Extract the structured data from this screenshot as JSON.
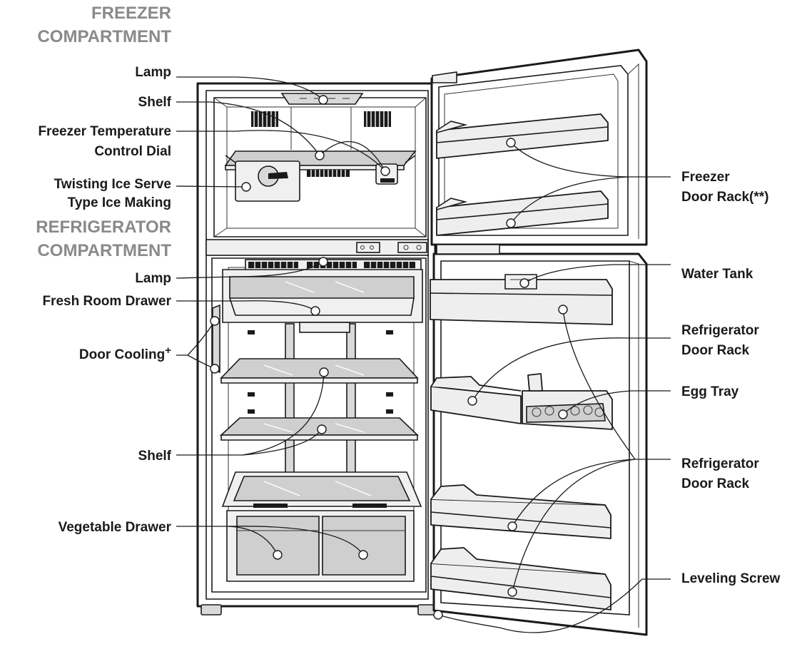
{
  "sections": {
    "freezer": [
      "FREEZER",
      "COMPARTMENT"
    ],
    "refrigerator": [
      "REFRIGERATOR",
      "COMPARTMENT"
    ]
  },
  "labels": {
    "freezer_lamp": "Lamp",
    "freezer_shelf": "Shelf",
    "freezer_temp_dial": [
      "Freezer Temperature",
      "Control Dial"
    ],
    "ice_maker": [
      "Twisting Ice Serve",
      "Type Ice Making"
    ],
    "fridge_lamp": "Lamp",
    "fresh_room_drawer": "Fresh Room Drawer",
    "door_cooling": "Door Cooling",
    "door_cooling_sup": "+",
    "fridge_shelf": "Shelf",
    "vegetable_drawer": "Vegetable Drawer",
    "freezer_door_rack": [
      "Freezer",
      "Door Rack(**)"
    ],
    "water_tank": "Water Tank",
    "fridge_door_rack_upper": [
      "Refrigerator",
      "Door Rack"
    ],
    "egg_tray": "Egg Tray",
    "fridge_door_rack_lower": [
      "Refrigerator",
      "Door Rack"
    ],
    "leveling_screw": "Leveling Screw"
  }
}
